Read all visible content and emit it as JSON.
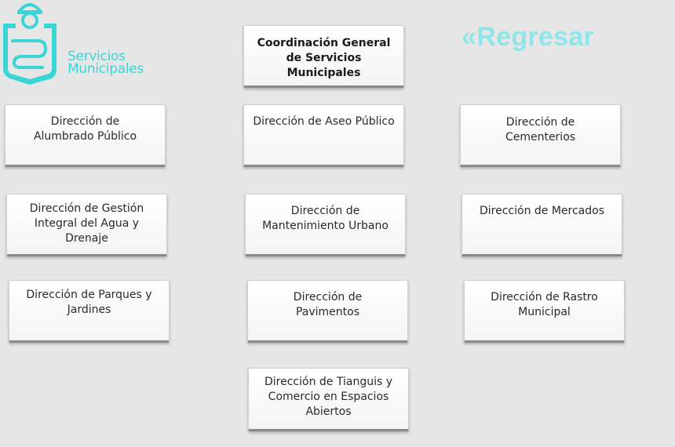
{
  "logo": {
    "line1": "Servicios",
    "line2": "Municipales",
    "color": "#3ad6d6"
  },
  "back_link": {
    "label": "«Regresar",
    "color": "#8fe6ea"
  },
  "coordination": {
    "label": "Coordinación General de Servicios Municipales"
  },
  "directions": [
    {
      "label": "Dirección de Alumbrado Público"
    },
    {
      "label": "Dirección de Aseo Público"
    },
    {
      "label": "Dirección de Cementerios"
    },
    {
      "label": "Dirección de Gestión Integral del Agua y Drenaje"
    },
    {
      "label": "Dirección de Mantenimiento Urbano"
    },
    {
      "label": "Dirección de Mercados"
    },
    {
      "label": "Dirección de Parques y Jardines"
    },
    {
      "label": "Dirección de Pavimentos"
    },
    {
      "label": "Dirección de Rastro Municipal"
    },
    {
      "label": "Dirección de Tianguis y Comercio en Espacios Abiertos"
    }
  ]
}
